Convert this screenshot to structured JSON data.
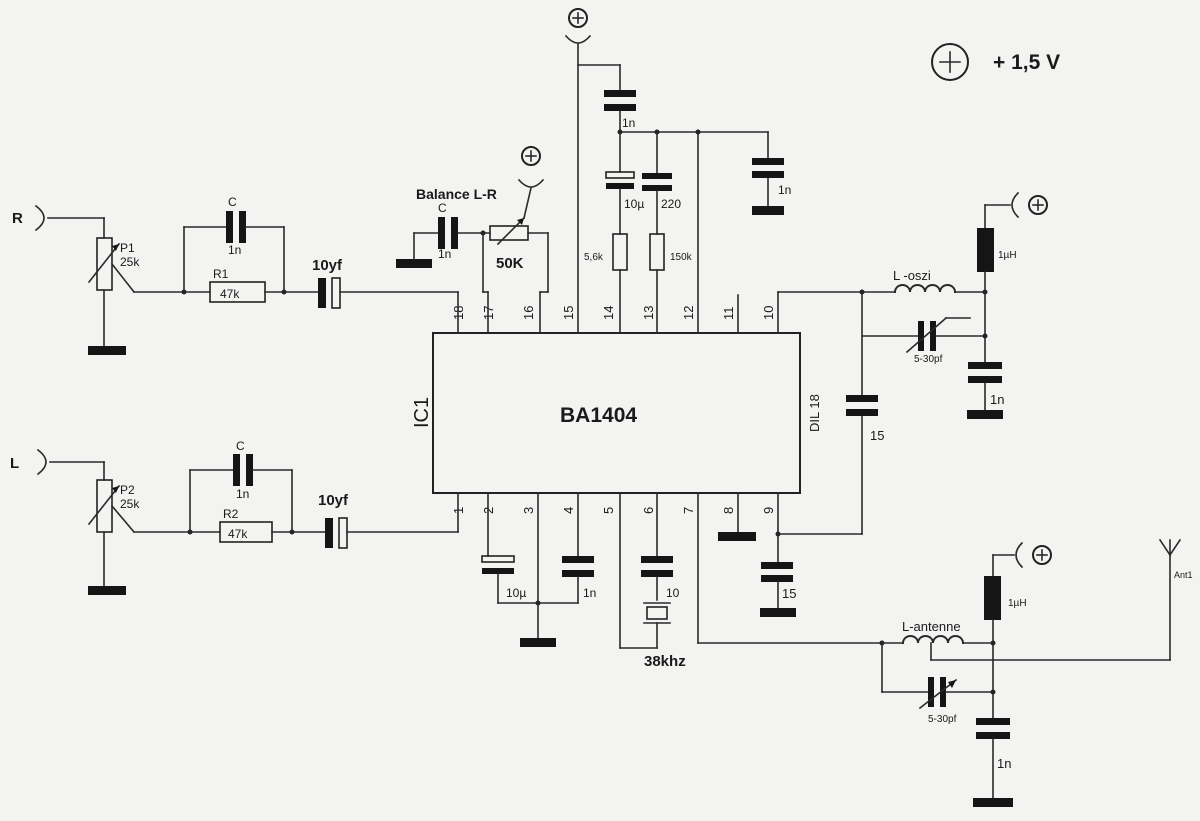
{
  "supply": {
    "symbol": "+",
    "label": "+ 1,5 V"
  },
  "ic": {
    "ref": "IC1",
    "name": "BA1404",
    "package": "DIL 18",
    "pins": [
      "1",
      "2",
      "3",
      "4",
      "5",
      "6",
      "7",
      "8",
      "9",
      "10",
      "11",
      "12",
      "13",
      "14",
      "15",
      "16",
      "17",
      "18"
    ]
  },
  "inputs": {
    "right": "R",
    "left": "L"
  },
  "right_channel": {
    "pot_ref": "P1",
    "pot_value": "25k",
    "cap_ref": "C",
    "cap_value": "1n",
    "res_ref": "R1",
    "res_value": "47k",
    "coupling": "10yf"
  },
  "left_channel": {
    "pot_ref": "P2",
    "pot_value": "25k",
    "cap_ref": "C",
    "cap_value": "1n",
    "res_ref": "R2",
    "res_value": "47k",
    "coupling": "10yf"
  },
  "balance": {
    "title": "Balance L-R",
    "cap_ref": "C",
    "cap_value": "1n",
    "pot_value": "50K"
  },
  "top": {
    "c1": "1n",
    "c2": "1n",
    "c_elec": "10µ",
    "c220": "220",
    "r1": "5,6k",
    "r2": "150k"
  },
  "oscillator": {
    "coil": "L -oszi",
    "choke": "1µH",
    "trimmer": "5-30pf",
    "cap": "1n",
    "c15a": "15",
    "c15b": "15"
  },
  "bottom": {
    "c_elec": "10µ",
    "c1n": "1n",
    "c10": "10",
    "crystal": "38khz"
  },
  "antenna": {
    "coil": "L-antenne",
    "choke": "1µH",
    "trimmer": "5-30pf",
    "cap": "1n",
    "ant": "Ant1"
  }
}
